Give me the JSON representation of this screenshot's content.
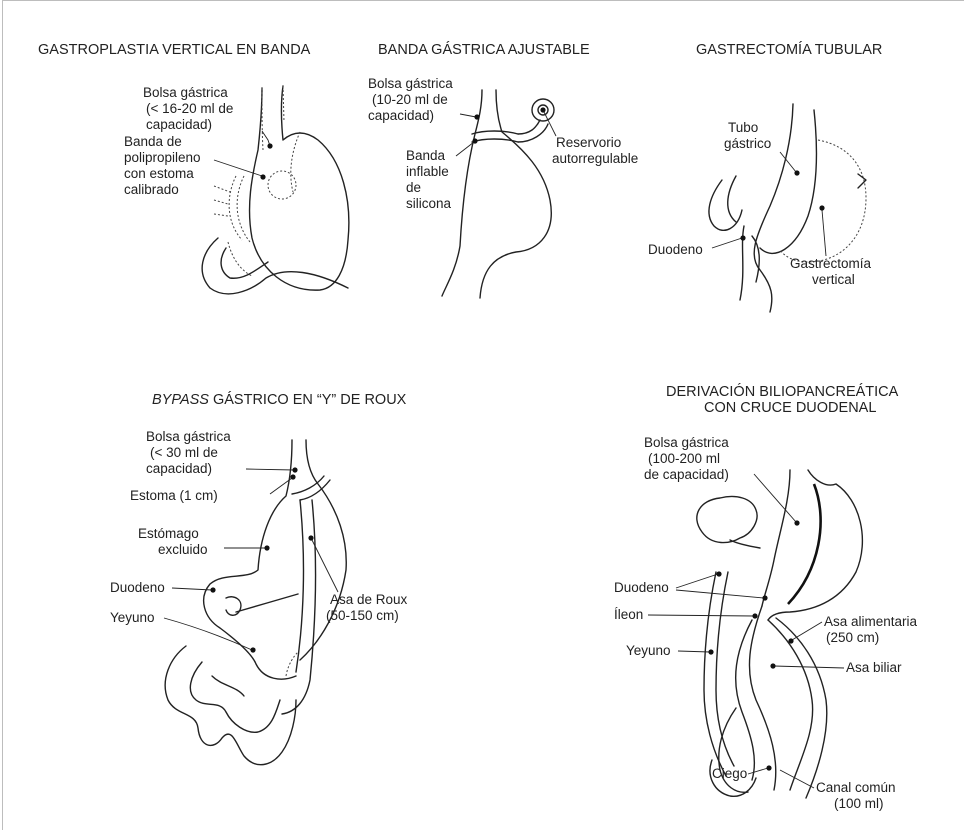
{
  "panels": {
    "vertical_banded": {
      "title": "GASTROPLASTIA VERTICAL EN BANDA",
      "labels": {
        "pouch": [
          "Bolsa gástrica",
          "(< 16-20 ml de",
          "capacidad)"
        ],
        "band": [
          "Banda de",
          "polipropileno",
          "con estoma",
          "calibrado"
        ]
      }
    },
    "adjustable_band": {
      "title": "BANDA GÁSTRICA AJUSTABLE",
      "labels": {
        "pouch": [
          "Bolsa gástrica",
          "(10-20 ml de",
          "capacidad)"
        ],
        "band": [
          "Banda",
          "inflable",
          "de",
          "silicona"
        ],
        "reservoir": [
          "Reservorio",
          "autorregulable"
        ]
      }
    },
    "sleeve": {
      "title": "GASTRECTOMÍA TUBULAR",
      "labels": {
        "tube": [
          "Tubo",
          "gástrico"
        ],
        "duodenum": "Duodeno",
        "resection": [
          "Gastrectomía",
          "vertical"
        ]
      }
    },
    "roux_bypass": {
      "title_italic": "BYPASS",
      "title_rest": " GÁSTRICO EN “Y” DE ROUX",
      "labels": {
        "pouch": [
          "Bolsa gástrica",
          "(< 30 ml de",
          "capacidad)"
        ],
        "stoma": "Estoma (1 cm)",
        "excluded": [
          "Estómago",
          "excluido"
        ],
        "duodenum": "Duodeno",
        "jejunum": "Yeyuno",
        "roux_limb": [
          "Asa de Roux",
          "(50-150 cm)"
        ]
      }
    },
    "biliopancreatic": {
      "title": [
        "DERIVACIÓN BILIOPANCREÁTICA",
        "CON CRUCE DUODENAL"
      ],
      "labels": {
        "pouch": [
          "Bolsa gástrica",
          "(100-200 ml",
          "de capacidad)"
        ],
        "duodenum": "Duodeno",
        "ileum": "Íleon",
        "jejunum": "Yeyuno",
        "alimentary": [
          "Asa alimentaria",
          "(250 cm)"
        ],
        "biliary": "Asa biliar",
        "cecum": "Ciego",
        "common": [
          "Canal común",
          "(100 ml)"
        ]
      }
    }
  }
}
